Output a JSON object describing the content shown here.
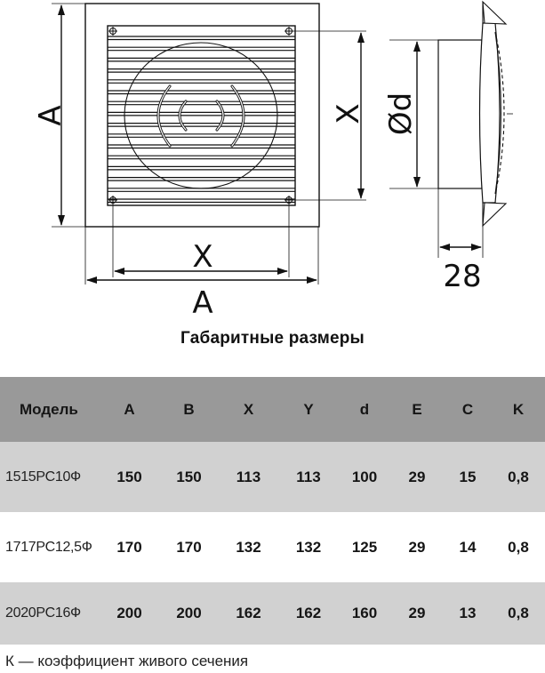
{
  "drawing": {
    "front_view": {
      "height_label": "A",
      "width_label_outer": "A",
      "width_label_inner": "X",
      "height_label_inner": "X"
    },
    "side_view": {
      "diameter_label": "Ød",
      "depth_label": "28"
    }
  },
  "section_title": "Габаритные размеры",
  "table": {
    "headers": [
      "Модель",
      "A",
      "B",
      "X",
      "Y",
      "d",
      "E",
      "C",
      "K"
    ],
    "rows": [
      {
        "model": "1515РС10Ф",
        "A": "150",
        "B": "150",
        "X": "113",
        "Y": "113",
        "d": "100",
        "E": "29",
        "C": "15",
        "K": "0,8"
      },
      {
        "model": "1717РС12,5Ф",
        "A": "170",
        "B": "170",
        "X": "132",
        "Y": "132",
        "d": "125",
        "E": "29",
        "C": "14",
        "K": "0,8"
      },
      {
        "model": "2020РС16Ф",
        "A": "200",
        "B": "200",
        "X": "162",
        "Y": "162",
        "d": "160",
        "E": "29",
        "C": "13",
        "K": "0,8"
      }
    ]
  },
  "footnote": "К — коэффициент живого сечения",
  "colors": {
    "header_bg": "#999999",
    "shaded_row_bg": "#d1d1d1",
    "line": "#111111"
  }
}
